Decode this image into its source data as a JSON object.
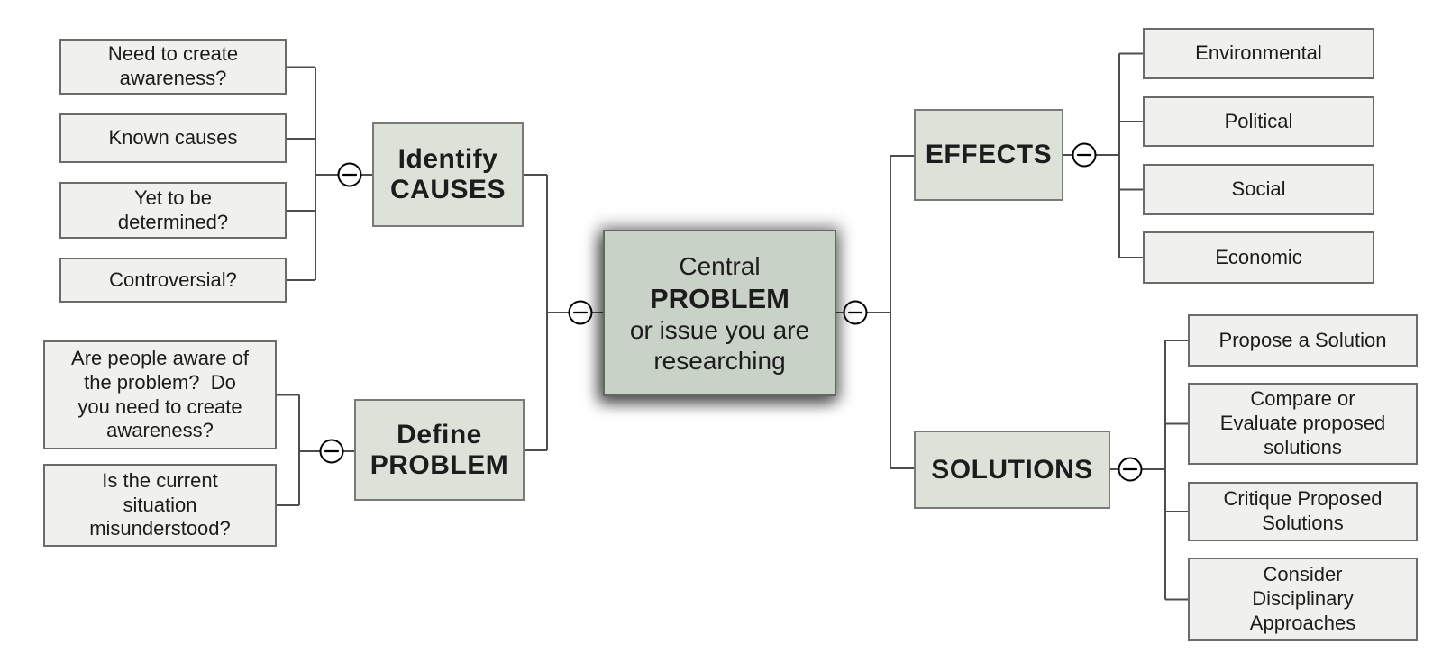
{
  "colors": {
    "canvas_bg": "#ffffff",
    "leaf_bg": "#f0f0ee",
    "leaf_border": "#6b6b6b",
    "cat_bg": "#dce2d8",
    "cat_border": "#7a7a7a",
    "central_bg": "#c9d2c6",
    "central_border": "#666666",
    "text": "#1c1c1c",
    "line": "#4d4d4d",
    "toggle_fill": "#ffffff",
    "toggle_stroke": "#000000"
  },
  "icons": {
    "collapse_toggle": "minus-circle"
  },
  "central": {
    "line1": "Central",
    "line2": "PROBLEM",
    "line3": "or issue you are\nresearching"
  },
  "branches": {
    "identify_causes": {
      "label": "Identify\nCAUSES",
      "children": [
        "Need to create\nawareness?",
        "Known causes",
        "Yet to be\ndetermined?",
        "Controversial?"
      ]
    },
    "define_problem": {
      "label": "Define\nPROBLEM",
      "children": [
        "Are people aware of\nthe problem?  Do\nyou need to create\nawareness?",
        "Is the current\nsituation\nmisunderstood?"
      ]
    },
    "effects": {
      "label": "EFFECTS",
      "children": [
        "Environmental",
        "Political",
        "Social",
        "Economic"
      ]
    },
    "solutions": {
      "label": "SOLUTIONS",
      "children": [
        "Propose a Solution",
        "Compare or\nEvaluate proposed\nsolutions",
        "Critique Proposed\nSolutions",
        "Consider\nDisciplinary\nApproaches"
      ]
    }
  }
}
